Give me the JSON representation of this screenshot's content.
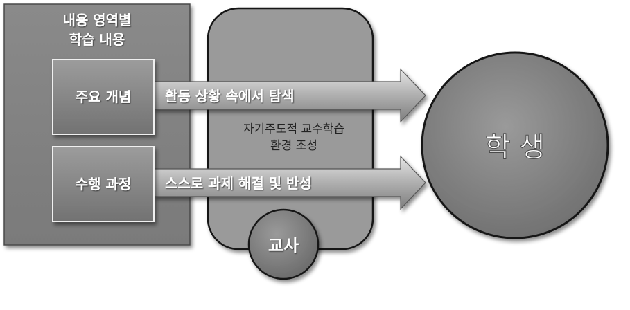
{
  "content_panel": {
    "title_line1": "내용 영역별",
    "title_line2": "학습 내용"
  },
  "boxes": {
    "key_concepts": "주요 개념",
    "process": "수행 과정"
  },
  "arrows": {
    "top": "활동 상황 속에서 탐색",
    "bottom": "스스로 과제 해결 및 반성"
  },
  "environment": {
    "line1": "자기주도적 교수학습",
    "line2": "환경 조성"
  },
  "teacher": "교사",
  "student": "학 생"
}
